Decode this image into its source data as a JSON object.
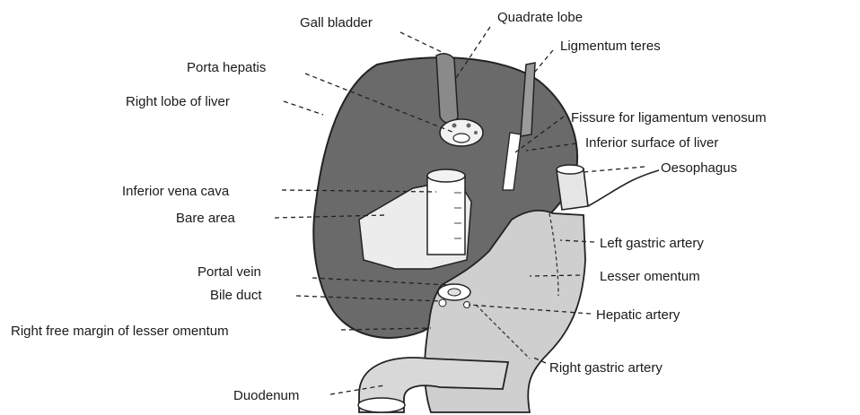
{
  "labels": {
    "gall_bladder": "Gall bladder",
    "quadrate_lobe": "Quadrate lobe",
    "ligamentum_teres": "Ligmentum teres",
    "porta_hepatis": "Porta hepatis",
    "right_lobe": "Right lobe of liver",
    "fissure_lig_venosum": "Fissure for ligamentum venosum",
    "inferior_surface": "Inferior surface of liver",
    "oesophagus": "Oesophagus",
    "inferior_vena_cava": "Inferior vena cava",
    "bare_area": "Bare area",
    "left_gastric_artery": "Left gastric artery",
    "portal_vein": "Portal vein",
    "lesser_omentum": "Lesser omentum",
    "bile_duct": "Bile duct",
    "hepatic_artery": "Hepatic artery",
    "right_free_margin": "Right free margin of lesser omentum",
    "right_gastric_artery": "Right gastric artery",
    "duodenum": "Duodenum"
  },
  "colors": {
    "liver": "#6a6a6a",
    "liver_dark": "#555555",
    "omentum": "#cfcfcf",
    "vessel": "#e6e6e6",
    "outline": "#222222"
  }
}
